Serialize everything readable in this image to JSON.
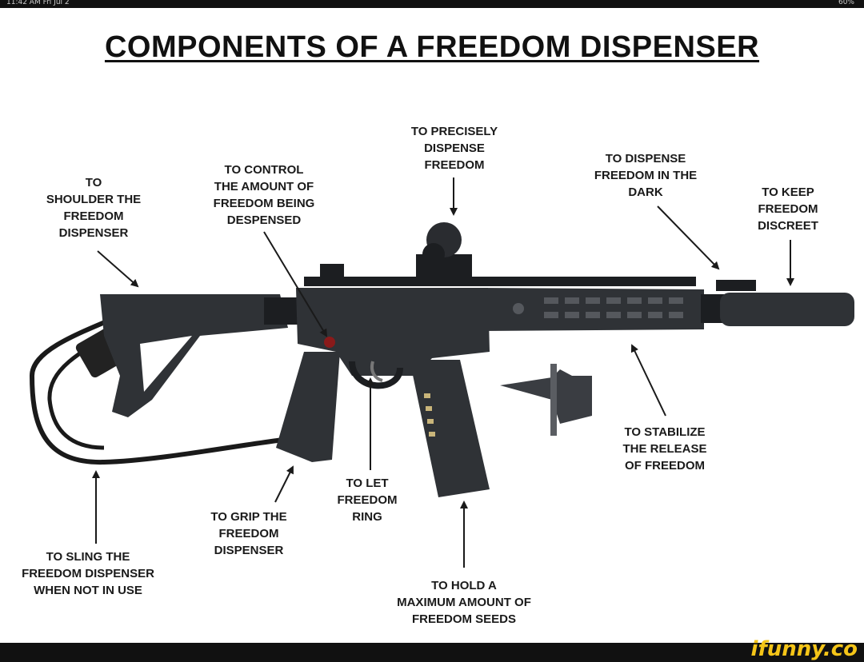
{
  "status_bar": {
    "left": "11:42 AM  Fri Jul 2",
    "right": "60%"
  },
  "title": "COMPONENTS OF A FREEDOM DISPENSER",
  "labels": {
    "stock": "TO\nSHOULDER THE\nFREEDOM\nDISPENSER",
    "selector": "TO CONTROL\nTHE AMOUNT OF\nFREEDOM BEING\nDESPENSED",
    "optic": "TO PRECISELY\nDISPENSE\nFREEDOM",
    "light": "TO DISPENSE\nFREEDOM IN THE\nDARK",
    "suppressor": "TO KEEP\nFREEDOM\nDISCREET",
    "handguard": "TO STABILIZE\nTHE RELEASE\nOF FREEDOM",
    "trigger": "TO LET\nFREEDOM\nRING",
    "grip": "TO GRIP THE\nFREEDOM\nDISPENSER",
    "sling": "TO SLING THE\nFREEDOM DISPENSER\nWHEN NOT IN USE",
    "magazine": "TO HOLD A\nMAXIMUM AMOUNT OF\nFREEDOM SEEDS"
  },
  "watermark": "ifunny.co",
  "colors": {
    "gun": "#2f3236",
    "gun_dark": "#1c1e21",
    "label": "#1a1a1a",
    "brand": "#f5c518"
  }
}
